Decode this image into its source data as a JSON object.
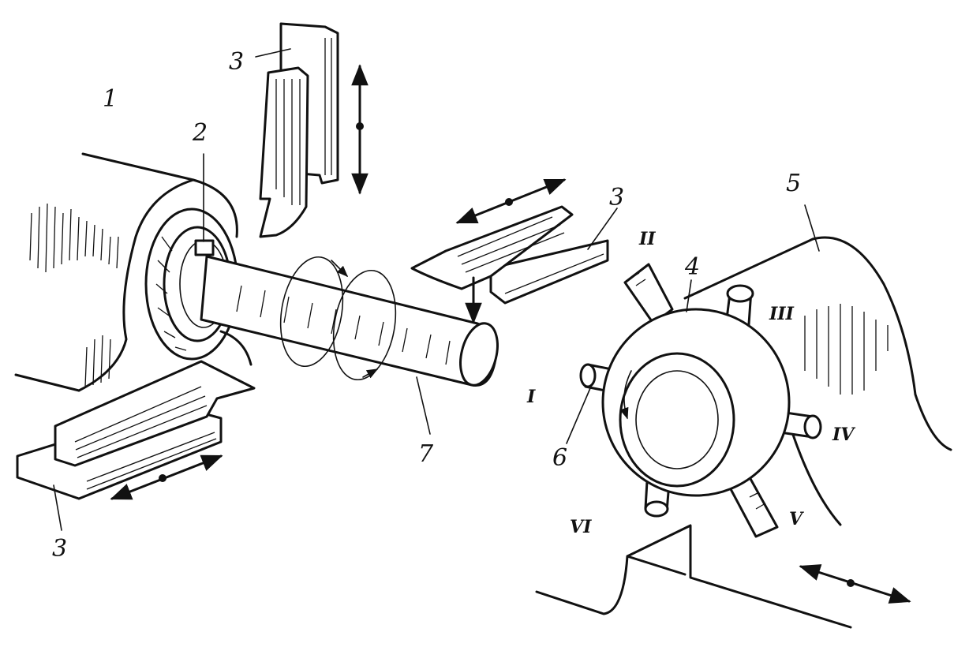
{
  "labels": {
    "headstock": "1",
    "chuck": "2",
    "slide_top": "3",
    "slide_right": "3",
    "slide_bottom": "3",
    "turret": "4",
    "turret_carriage": "5",
    "tool_holder": "6",
    "workpiece": "7"
  },
  "turret_positions": {
    "p1": "I",
    "p2": "II",
    "p3": "III",
    "p4": "IV",
    "p5": "V",
    "p6": "VI"
  },
  "ink_color": "#111111",
  "paper_color": "#ffffff"
}
